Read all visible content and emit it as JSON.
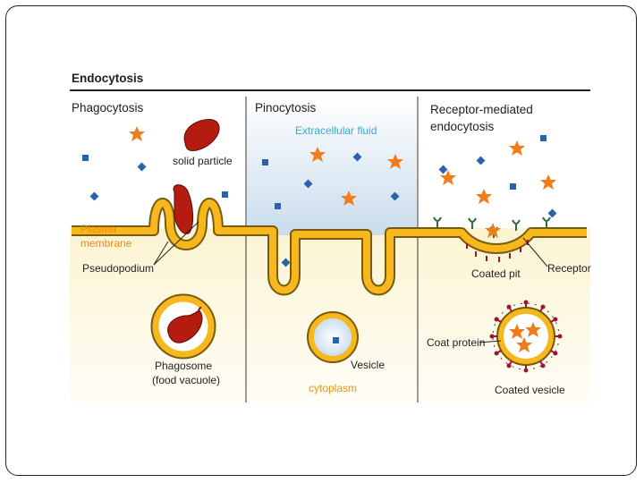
{
  "title": "Endocytosis",
  "panels": {
    "phago": {
      "title": "Phagocytosis"
    },
    "pino": {
      "title": "Pinocytosis"
    },
    "receptor": {
      "title_line1": "Receptor-mediated",
      "title_line2": "endocytosis"
    }
  },
  "labels": {
    "extracellular_fluid": "Extracellular fluid",
    "solid_particle": "solid particle",
    "plasma_membrane_1": "Plasma",
    "plasma_membrane_2": "membrane",
    "pseudopodium": "Pseudopodium",
    "phagosome_1": "Phagosome",
    "phagosome_2": "(food vacuole)",
    "vesicle": "Vesicle",
    "cytoplasm": "cytoplasm",
    "coated_pit": "Coated pit",
    "receptor": "Receptor",
    "coat_protein": "Coat protein",
    "coated_vesicle": "Coated vesicle"
  },
  "colors": {
    "membrane_fill": "#f6b81c",
    "membrane_edge": "#7a5a10",
    "particle": "#b31c0e",
    "star": "#f07c1c",
    "solute": "#2a63ad",
    "receptor": "#2e6b3a",
    "coat": "#9b1530",
    "extracellular_label": "#35a9d8",
    "membrane_label": "#f08a10",
    "cytoplasm_label": "#e89412"
  }
}
